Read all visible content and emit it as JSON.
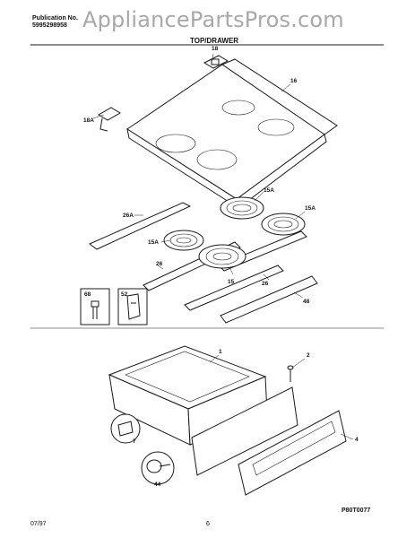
{
  "header": {
    "publication_label": "Publication No.",
    "publication_number": "5995298958",
    "watermark": "AppliancePartsPros.com",
    "section_title": "TOP/DRAWER"
  },
  "footer": {
    "date": "07/97",
    "page": "6",
    "drawing_code": "P80T0077"
  },
  "callouts": {
    "c18": "18",
    "c16": "16",
    "c18a": "18A",
    "c15a_1": "15A",
    "c15a_2": "15A",
    "c15a_3": "15A",
    "c26a": "26A",
    "c15": "15",
    "c26_1": "26",
    "c26_2": "26",
    "c48": "48",
    "c68": "68",
    "c52": "52",
    "c1": "1",
    "c2": "2",
    "c4": "4",
    "c7": "7",
    "c44": "44"
  }
}
